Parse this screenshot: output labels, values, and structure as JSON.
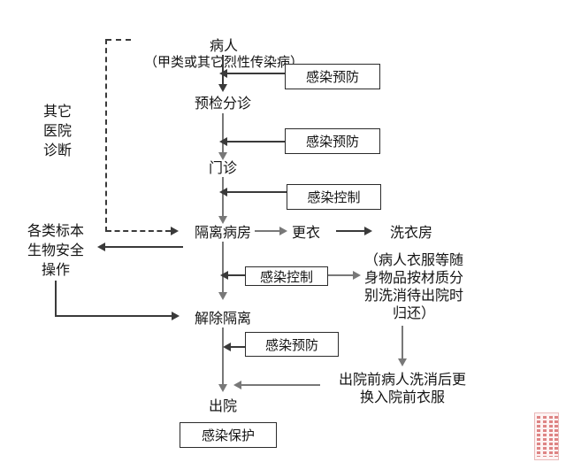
{
  "flowchart": {
    "nodes": {
      "patient": "病人",
      "patient_subtitle": "（甲类或其它烈性传染病）",
      "triage": "预检分诊",
      "outpatient": "门诊",
      "isolation_ward": "隔离病房",
      "change_clothes": "更衣",
      "laundry": "洗衣房",
      "release_isolation": "解除隔离",
      "discharge": "出院",
      "other_hospital_diagnosis": "其它\n医院\n诊断",
      "specimen_biosafety": "各类标本\n生物安全\n操作"
    },
    "measure_boxes": {
      "prevention_1": "感染预防",
      "prevention_2": "感染预防",
      "control_1": "感染控制",
      "control_2": "感染控制",
      "prevention_3": "感染预防",
      "protection": "感染保护"
    },
    "notes": {
      "belongings": "（病人衣服等随\n身物品按材质分\n别洗消待出院时\n归还）",
      "predischarge": "出院前病人洗消后更\n换入院前衣服"
    },
    "colors": {
      "line_dark": "#3a3a3a",
      "line_gray": "#787878",
      "box_border": "#2b2b2b",
      "watermark": "#d87070"
    }
  }
}
